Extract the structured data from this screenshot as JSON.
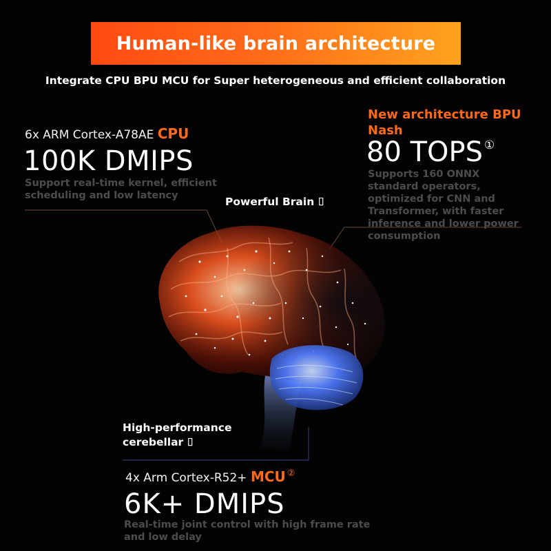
{
  "banner": {
    "title": "Human-like brain architecture"
  },
  "subtitle": "Integrate CPU BPU MCU for Super heterogeneous and efficient collaboration",
  "cpu": {
    "head_prefix": "6x ARM Cortex-A78AE ",
    "head_accent": "CPU",
    "big": "100K DMIPS",
    "description": "Support real-time kernel, efficient scheduling and low latency"
  },
  "bpu": {
    "head": "New architecture BPU Nash",
    "big": "80 TOPS",
    "big_sup": "①",
    "description": "Supports 160 ONNX standard operators, optimized for CNN and Transformer, with faster inference and lower power consumption"
  },
  "labels": {
    "brain": "Powerful Brain ⌷",
    "cerebellar": "High-performance cerebellar ⌷"
  },
  "mcu": {
    "head_prefix": "4x Arm Cortex-R52+ ",
    "head_accent": "MCU",
    "head_sup": "②",
    "big": "6K+ DMIPS",
    "description": "Real-time joint control with high frame rate and low delay"
  },
  "icons": [
    "brain-illustration"
  ],
  "colors": {
    "accent": "#ff6a1a",
    "banner_start": "#ff4a12",
    "banner_end": "#ffa21e",
    "cerebellum": "#4f7bff",
    "muted_text": "#4c4c4c"
  }
}
